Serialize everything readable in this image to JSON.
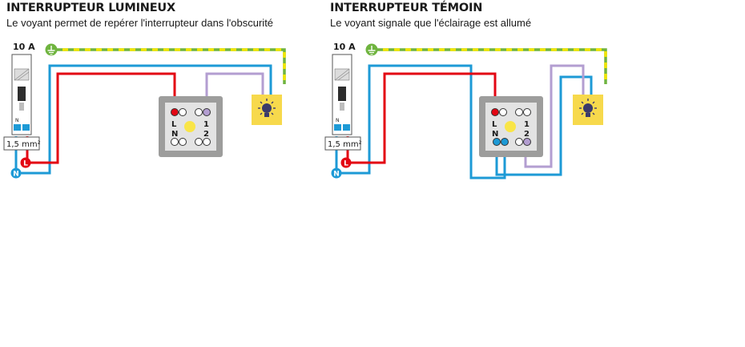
{
  "colors": {
    "phase": "#e30613",
    "neutral": "#1d9ad6",
    "earth_green": "#6fb43f",
    "earth_yellow": "#f2e500",
    "return": "#b39ed1",
    "lamp_bg": "#f7d94c",
    "switch_frame": "#9d9d9c",
    "switch_face": "#e3e3e3",
    "indicator": "#f9e547"
  },
  "panels": [
    {
      "title": "INTERRUPTEUR LUMINEUX",
      "subtitle": "Le voyant permet de repérer l'interrupteur dans l'obscurité",
      "breaker_rating": "10 A",
      "cable_section": "1,5 mm²",
      "terminal_L": "L",
      "terminal_N": "N",
      "terminal_1": "1",
      "terminal_2": "2",
      "breaker_N": "N"
    },
    {
      "title": "INTERRUPTEUR TÉMOIN",
      "subtitle": "Le voyant signale que l'éclairage est allumé",
      "breaker_rating": "10 A",
      "cable_section": "1,5 mm²",
      "terminal_L": "L",
      "terminal_N": "N",
      "terminal_1": "1",
      "terminal_2": "2",
      "breaker_N": "N"
    }
  ],
  "icons": {
    "earth": "earth-icon",
    "phase": "phase-L-icon",
    "neutral": "neutral-N-icon",
    "lamp": "lamp-icon",
    "indicator": "indicator-light-icon"
  }
}
